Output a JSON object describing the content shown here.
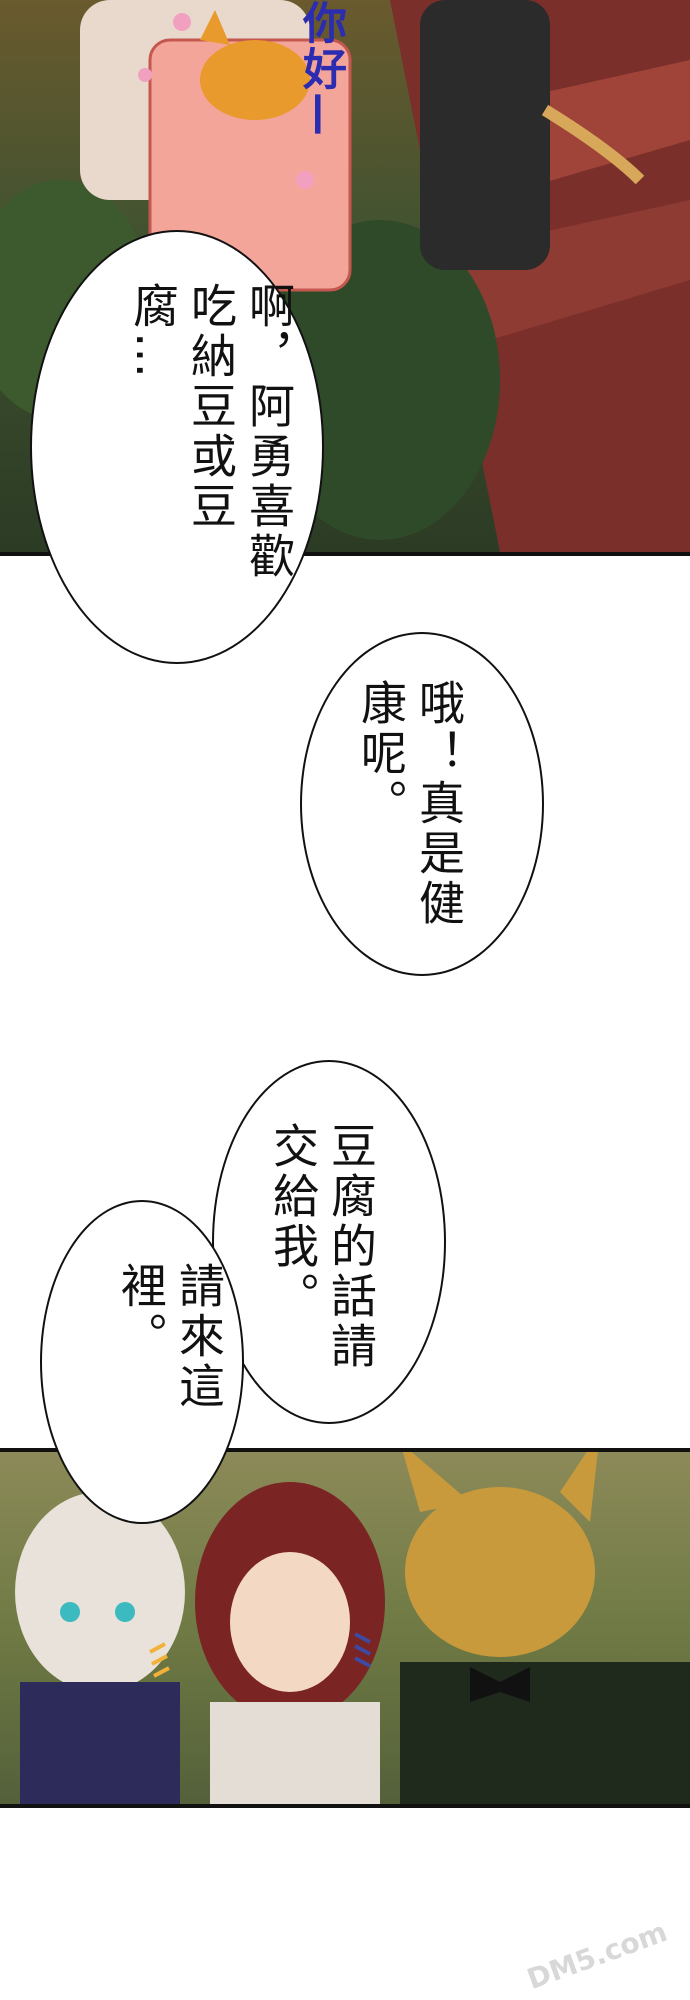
{
  "top_panel": {
    "sfx": "你好—"
  },
  "bubbles": {
    "b1": "啊，阿勇喜歡吃納豆或豆腐…",
    "b2": "哦！真是健康呢。",
    "b3": "豆腐的話請交給我。",
    "b4": "請來這裡。"
  },
  "watermark": "DM5.com"
}
